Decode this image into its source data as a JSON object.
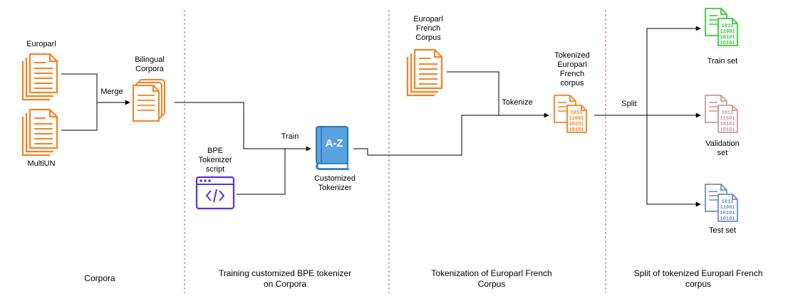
{
  "colors": {
    "orange": "#F58220",
    "purple": "#5A30D9",
    "blue": "#3D85C6",
    "green": "#33CC33",
    "rose": "#C99A9A",
    "slate": "#6C8EBF",
    "divider": "#C75B5B"
  },
  "nodes": {
    "europarl": "Europarl",
    "multiun": "MultiUN",
    "bilingual": "Bilingual\nCorpora",
    "bpe_script": "BPE\nTokenizer\nscript",
    "customized_tokenizer": "Customized\nTokenizer",
    "europarl_french": "Europarl\nFrench\nCorpus",
    "tokenized_corpus": "Tokenized\nEuroparl\nFrench\ncorpus",
    "train_set": "Train set",
    "validation_set": "Validation\nset",
    "test_set": "Test set"
  },
  "edges": {
    "merge": "Merge",
    "train": "Train",
    "tokenize": "Tokenize",
    "split": "Split"
  },
  "sections": [
    "Corpora",
    "Training customized BPE tokenizer\non Corpora",
    "Tokenization of Europarl French\nCorpus",
    "Split of tokenized Europarl French\ncorpus"
  ],
  "icons": {
    "document": "document-icon",
    "documents": "documents-icon",
    "script": "code-script-icon",
    "dictionary": "a-z-book-icon",
    "binary_doc": "binary-document-icon"
  }
}
